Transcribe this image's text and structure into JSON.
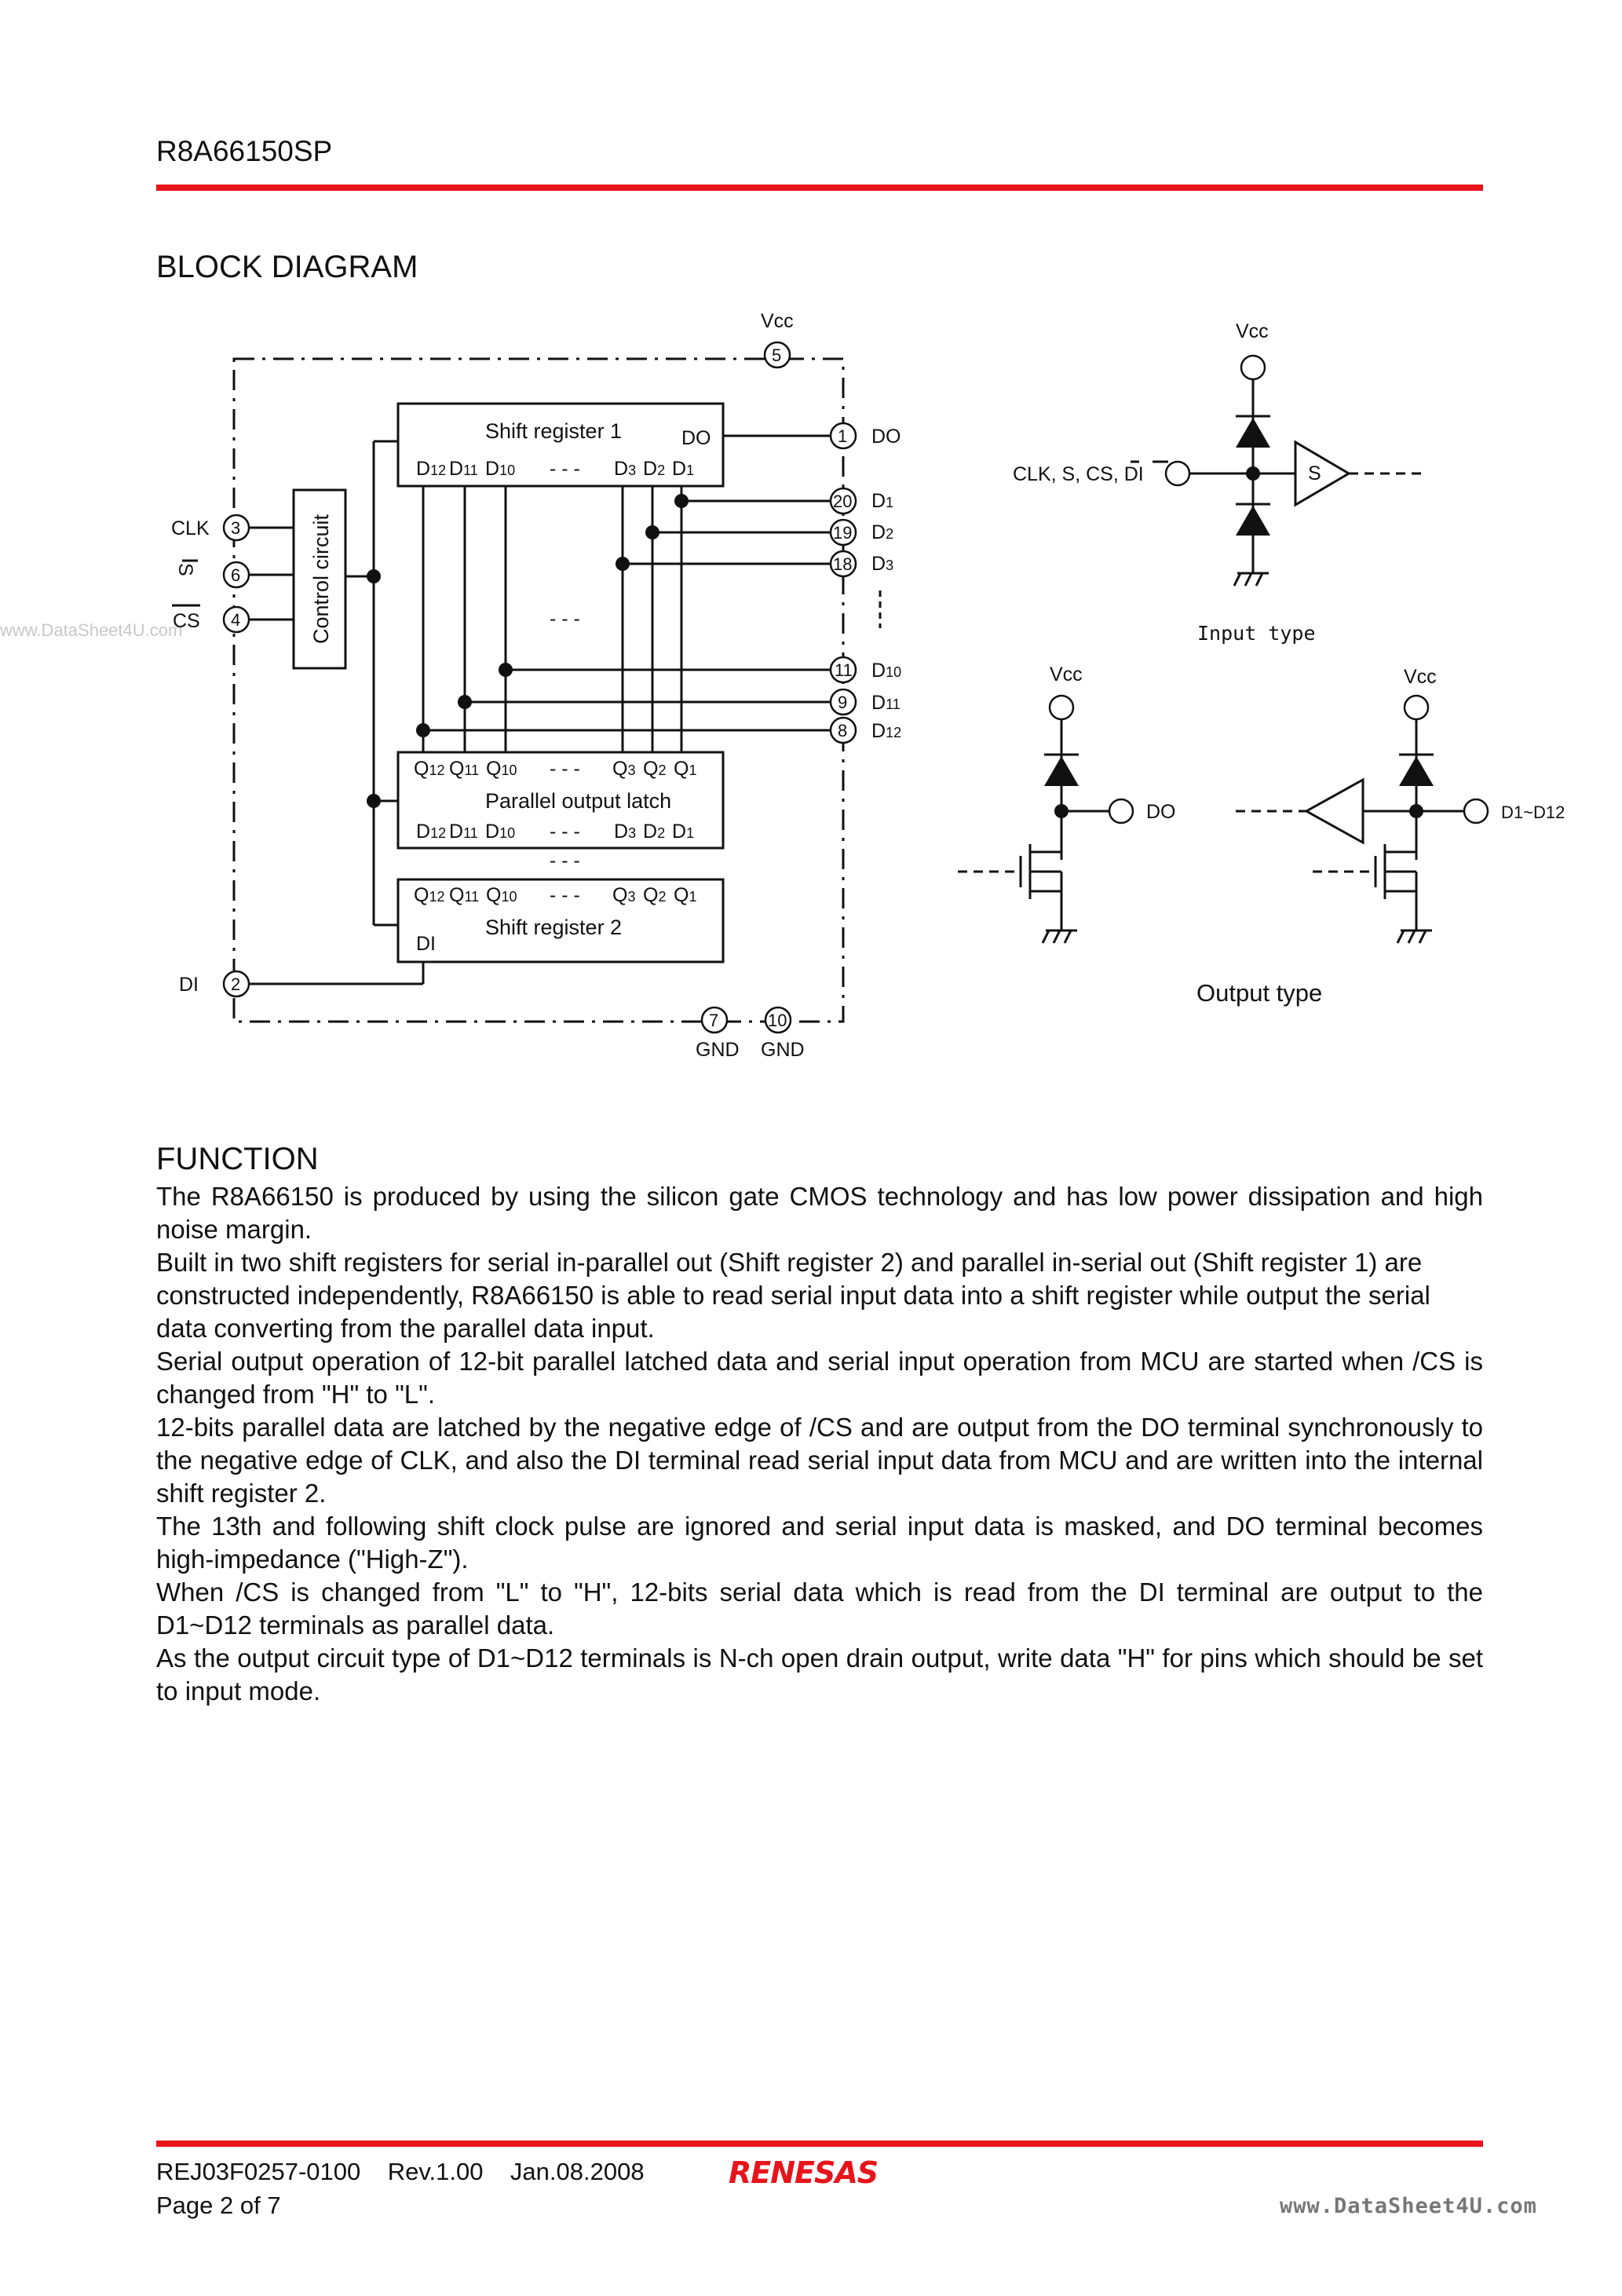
{
  "header": {
    "part_number": "R8A66150SP"
  },
  "block_diagram": {
    "heading": "BLOCK DIAGRAM",
    "pins": {
      "vcc": {
        "num": "5",
        "label": "Vcc"
      },
      "do": {
        "num": "1",
        "label": "DO"
      },
      "clk": {
        "num": "3",
        "label": "CLK"
      },
      "s": {
        "num": "6",
        "label": "S"
      },
      "cs": {
        "num": "4",
        "label": "CS"
      },
      "di": {
        "num": "2",
        "label": "DI"
      },
      "gnd1": {
        "num": "7",
        "label": "GND"
      },
      "gnd2": {
        "num": "10",
        "label": "GND"
      },
      "d1": {
        "num": "20",
        "label": "D1"
      },
      "d2": {
        "num": "19",
        "label": "D2"
      },
      "d3": {
        "num": "18",
        "label": "D3"
      },
      "d10": {
        "num": "11",
        "label": "D10"
      },
      "d11": {
        "num": "9",
        "label": "D11"
      },
      "d12": {
        "num": "8",
        "label": "D12"
      }
    },
    "blocks": {
      "shift_register_1": "Shift register 1",
      "control_circuit": "Control circuit",
      "parallel_output_latch": "Parallel output latch",
      "shift_register_2": "Shift register 2"
    },
    "block_port_do": "DO",
    "block_port_di": "DI"
  },
  "input_type": {
    "vcc": "Vcc",
    "pins_label": "CLK, S, CS, DI",
    "buffer_label": "S",
    "caption": "Input type"
  },
  "output_type": {
    "vcc_left": "Vcc",
    "vcc_right": "Vcc",
    "do_label": "DO",
    "d_label": "D1~D12",
    "caption": "Output type"
  },
  "function": {
    "heading": "FUNCTION",
    "paragraphs": [
      "The R8A66150 is produced by using the silicon gate CMOS technology and has low power dissipation and high noise margin.",
      "Built in two shift registers for serial in-parallel out (Shift register 2) and parallel in-serial out (Shift register 1) are constructed independently, R8A66150 is able to read serial input data into a shift register while output the serial data converting from the parallel data input.",
      "Serial output operation of 12-bit parallel latched data and serial input operation from MCU are started when /CS is changed from \"H\" to \"L\".",
      "12-bits parallel data are latched by the negative edge of /CS and are output from the DO terminal synchronously to the negative edge of CLK, and also the DI terminal read serial input data from MCU and are written into the internal shift register 2.",
      "The 13th and following shift clock pulse are ignored and serial input data is masked, and DO terminal becomes high-impedance (\"High-Z\").",
      "When /CS is changed from \"L\" to \"H\", 12-bits serial data which is read from the DI terminal are output to the D1~D12 terminals as parallel data.",
      "As the output circuit type of D1~D12 terminals is N-ch open drain output, write data \"H\" for pins which should be set to input mode."
    ]
  },
  "footer": {
    "doc_number": "REJ03F0257-0100",
    "revision": "Rev.1.00",
    "date": "Jan.08.2008",
    "page": "Page 2 of 7",
    "logo_text": "RENESAS"
  },
  "watermarks": {
    "left": "www.DataSheet4U.com",
    "bottom": "www.DataSheet4U.com"
  },
  "colors": {
    "rule": "#e8141b",
    "logo": "#e8141b"
  }
}
